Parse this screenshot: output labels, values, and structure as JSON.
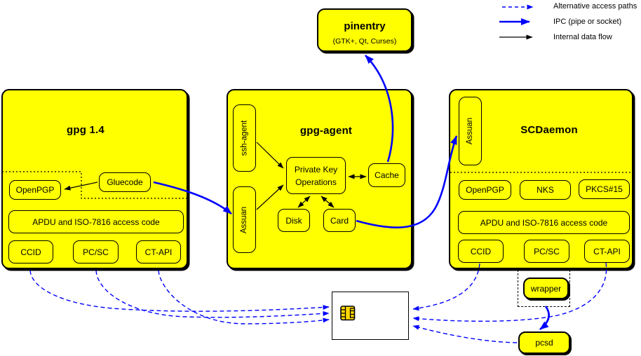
{
  "legend": {
    "items": [
      {
        "label": "Alternative access paths",
        "style": "dashed-blue-arrow"
      },
      {
        "label": "IPC (pipe or socket)",
        "style": "solid-thick-blue-arrow"
      },
      {
        "label": "Internal data flow",
        "style": "solid-thin-black-arrow"
      }
    ]
  },
  "pinentry": {
    "title": "pinentry",
    "subtitle": "(GTK+, Qt, Curses)"
  },
  "gpg14": {
    "title": "gpg 1.4",
    "openpgp": "OpenPGP",
    "gluecode": "Gluecode",
    "apdu": "APDU and ISO-7816 access code",
    "ccid": "CCID",
    "pcsc": "PC/SC",
    "ctapi": "CT-API"
  },
  "gpg_agent": {
    "title": "gpg-agent",
    "ssh_agent": "ssh-agent",
    "assuan": "Assuan",
    "pko_line1": "Private Key",
    "pko_line2": "Operations",
    "cache": "Cache",
    "disk": "Disk",
    "card": "Card"
  },
  "scdaemon": {
    "title": "SCDaemon",
    "assuan": "Assuan",
    "openpgp": "OpenPGP",
    "nks": "NKS",
    "pkcs15": "PKCS#15",
    "apdu": "APDU and ISO-7816 access code",
    "ccid": "CCID",
    "pcsc": "PC/SC",
    "ctapi": "CT-API",
    "wrapper": "wrapper"
  },
  "pcsd": {
    "label": "pcsd"
  },
  "icons": {
    "smartcard": "smartcard-chip-icon"
  },
  "colors": {
    "box_yellow": "#ffff00",
    "line_black": "#000000",
    "accent_blue": "#0000ff",
    "card_white": "#ffffff",
    "chip_gold": "#ffd800"
  }
}
